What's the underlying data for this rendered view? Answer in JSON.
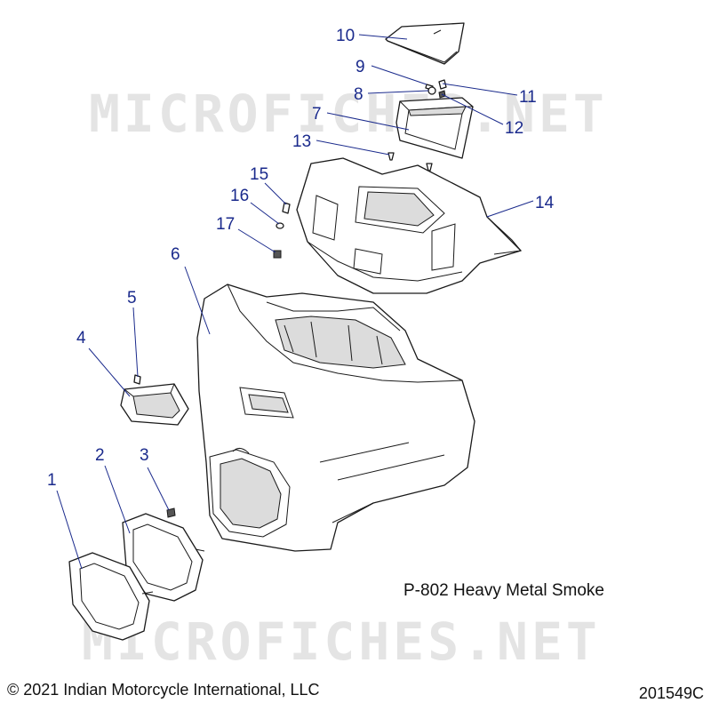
{
  "watermark": "MICROFICHES.NET",
  "variant_caption": "P-802 Heavy Metal Smoke",
  "copyright": "© 2021 Indian Motorcycle International, LLC",
  "diagram_number": "201549C",
  "callouts": [
    "1",
    "2",
    "3",
    "4",
    "5",
    "6",
    "7",
    "8",
    "9",
    "10",
    "11",
    "12",
    "13",
    "14",
    "15",
    "16",
    "17"
  ]
}
